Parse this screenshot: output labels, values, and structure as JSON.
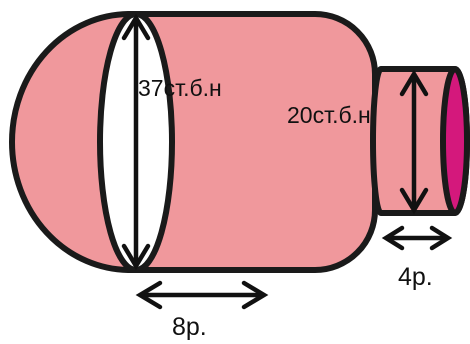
{
  "labels": {
    "big_diameter": "37ст.б.н",
    "small_diameter": "20ст.б.н",
    "body_length": "8р.",
    "neck_length": "4р."
  },
  "colors": {
    "body_fill": "#f0989c",
    "outline": "#1a1a1a",
    "cut_face": "#ffffff",
    "neck_end": "#d4187c"
  }
}
